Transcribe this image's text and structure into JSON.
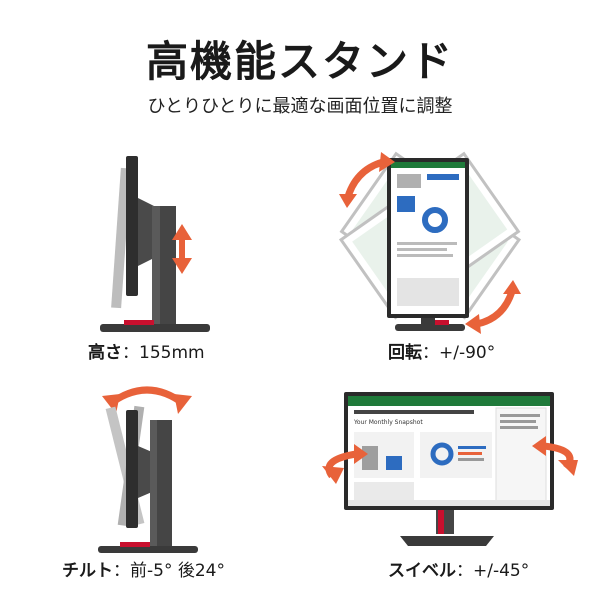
{
  "header": {
    "title": "高機能スタンド",
    "subtitle": "ひとりひとりに最適な画面位置に調整"
  },
  "features": [
    {
      "label": "高さ",
      "sep": "：",
      "value": "155mm"
    },
    {
      "label": "回転",
      "sep": "：",
      "value": "+/-90°"
    },
    {
      "label": "チルト",
      "sep": "：",
      "value": "前-5°  後24°"
    },
    {
      "label": "スイベル",
      "sep": "：",
      "value": "+/-45°"
    }
  ],
  "screen_text": {
    "report_title": "Your Monthly Snapshot"
  },
  "colors": {
    "arrow": "#e8623a",
    "stand": "#3a3a3a",
    "accent_red": "#c8102e",
    "screen_green": "#1f7a3a"
  }
}
